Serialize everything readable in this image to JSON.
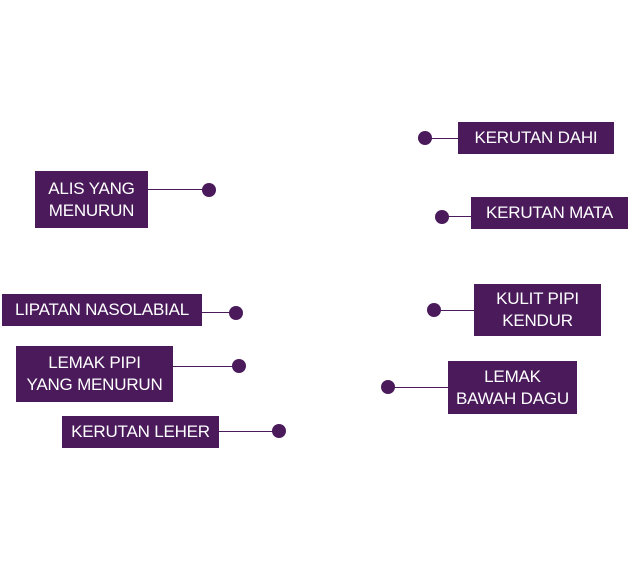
{
  "labels": {
    "alis_yang_menurun": [
      "ALIS YANG",
      "MENURUN"
    ],
    "lipatan_nasolabial": [
      "LIPATAN NASOLABIAL"
    ],
    "lemak_pipi_yang_menurun": [
      "LEMAK PIPI",
      "YANG MENURUN"
    ],
    "kerutan_leher": [
      "KERUTAN LEHER"
    ],
    "kerutan_dahi": [
      "KERUTAN DAHI"
    ],
    "kerutan_mata": [
      "KERUTAN MATA"
    ],
    "kulit_pipi_kendur": [
      "KULIT PIPI",
      "KENDUR"
    ],
    "lemak_bawah_dagu": [
      "LEMAK",
      "BAWAH DAGU"
    ]
  },
  "colors": {
    "label_background": "#4a1a5b",
    "label_text": "#ffffff",
    "connector": "#4a1a5b"
  }
}
